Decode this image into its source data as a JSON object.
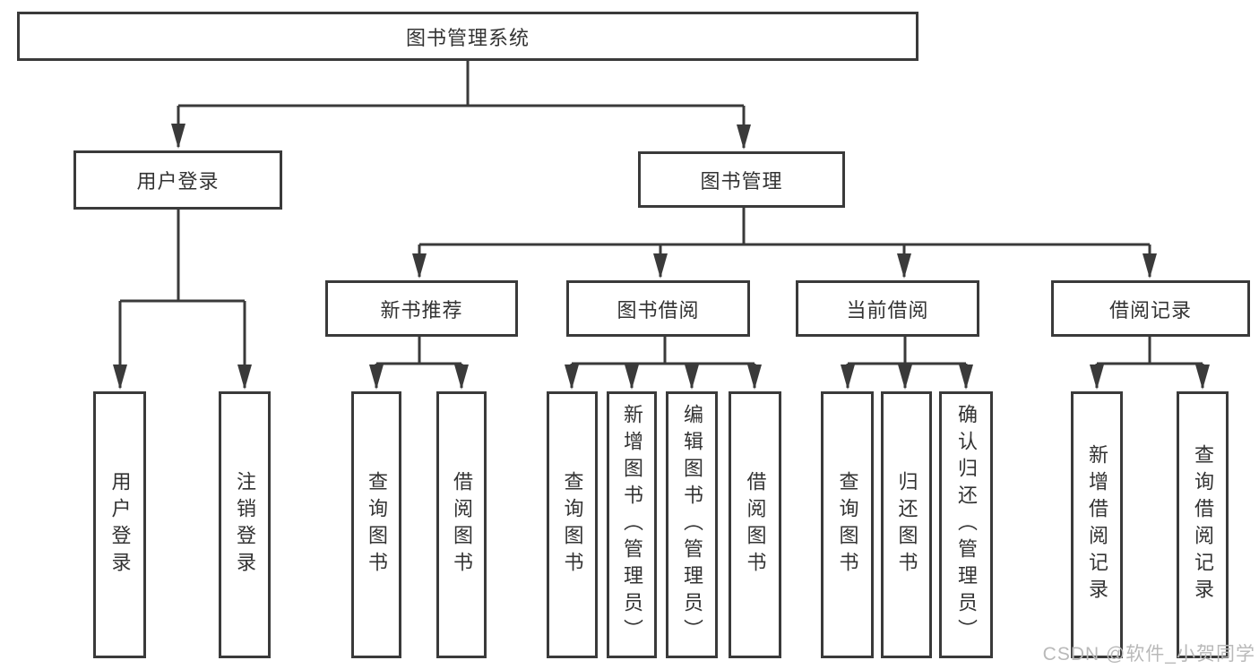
{
  "diagram_title": "图书管理系统",
  "colors": {
    "line": "#3a3a3a",
    "text": "#333333",
    "background": "#ffffff",
    "watermark": "#b9b9b9"
  },
  "nodes": {
    "root": "图书管理系统",
    "user_login": "用户登录",
    "book_management": "图书管理",
    "new_book_recommend": "新书推荐",
    "book_borrowing": "图书借阅",
    "current_borrowing": "当前借阅",
    "borrowing_records": "借阅记录",
    "user_login_leaves": [
      "用户登录",
      "注销登录"
    ],
    "new_book_leaves": [
      "查询图书",
      "借阅图书"
    ],
    "book_borrowing_leaves": [
      "查询图书",
      "新增图书（管理员）",
      "编辑图书（管理员）",
      "借阅图书"
    ],
    "current_borrowing_leaves": [
      "查询图书",
      "归还图书",
      "确认归还（管理员）"
    ],
    "borrowing_records_leaves": [
      "新增借阅记录",
      "查询借阅记录"
    ]
  },
  "watermark": "CSDN @软件_小贺同学"
}
